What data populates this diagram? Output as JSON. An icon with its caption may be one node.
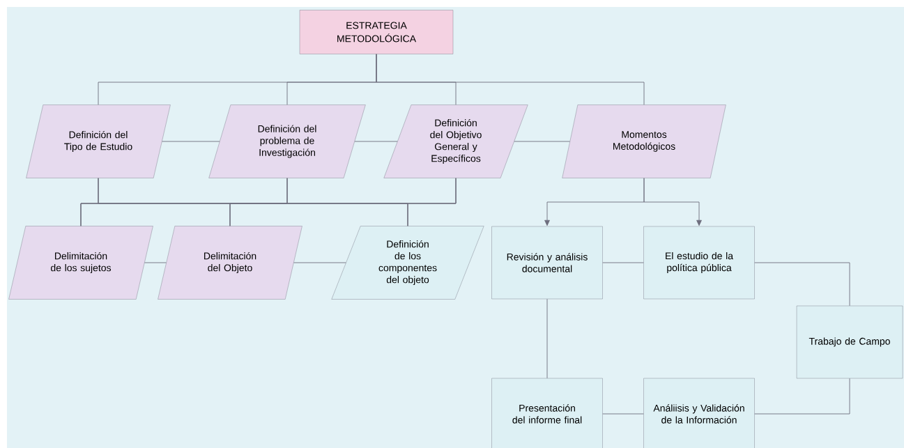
{
  "diagram": {
    "nodes": [
      {
        "text": [
          "ESTRATEGIA METODOLÓGICA"
        ]
      },
      {
        "text": [
          "Definición del Tipo de Estudio"
        ]
      },
      {
        "text": [
          "Definición del problema de Investigación"
        ]
      },
      {
        "text": [
          "Definición del Objetivo General y Específicos"
        ]
      },
      {
        "text": [
          "Momentos Metodológicos"
        ]
      },
      {
        "text": [
          "Delimitación de los sujetos"
        ]
      },
      {
        "text": [
          "Delimitación del Objeto"
        ]
      },
      {
        "text": [
          "Definición de los componentes del objeto"
        ]
      },
      {
        "text": [
          "Revisión y análisis documental"
        ]
      },
      {
        "text": [
          "El estudio de la política pública"
        ]
      },
      {
        "text": [
          "Trabajo de Campo"
        ]
      },
      {
        "text": [
          "Presentación del informe final"
        ]
      },
      {
        "text": [
          "Análiisis y Validación de la Información"
        ]
      }
    ],
    "edges": [
      {
        "from": 0,
        "to": 1,
        "arrow": "none"
      },
      {
        "from": 0,
        "to": 2,
        "arrow": "none"
      },
      {
        "from": 0,
        "to": 3,
        "arrow": "none"
      },
      {
        "from": 0,
        "to": 4,
        "arrow": "none"
      },
      {
        "from": 1,
        "to": 2,
        "arrow": "none"
      },
      {
        "from": 2,
        "to": 3,
        "arrow": "none"
      },
      {
        "from": 3,
        "to": 4,
        "arrow": "none"
      },
      {
        "from": 1,
        "to": 5,
        "arrow": "none"
      },
      {
        "from": 1,
        "to": 6,
        "arrow": "none"
      },
      {
        "from": 1,
        "to": 7,
        "arrow": "none"
      },
      {
        "from": 2,
        "to": 5,
        "arrow": "none"
      },
      {
        "from": 2,
        "to": 6,
        "arrow": "none"
      },
      {
        "from": 2,
        "to": 7,
        "arrow": "none"
      },
      {
        "from": 3,
        "to": 5,
        "arrow": "none"
      },
      {
        "from": 3,
        "to": 6,
        "arrow": "none"
      },
      {
        "from": 3,
        "to": 7,
        "arrow": "none"
      },
      {
        "from": 5,
        "to": 6,
        "arrow": "none"
      },
      {
        "from": 6,
        "to": 7,
        "arrow": "none"
      },
      {
        "from": 4,
        "to": 8,
        "arrow": "to"
      },
      {
        "from": 4,
        "to": 9,
        "arrow": "to"
      },
      {
        "from": 8,
        "to": 9,
        "arrow": "none"
      },
      {
        "from": 9,
        "to": 10,
        "arrow": "none"
      },
      {
        "from": 10,
        "to": 12,
        "arrow": "none"
      },
      {
        "from": 8,
        "to": 11,
        "arrow": "none"
      },
      {
        "from": 11,
        "to": 12,
        "arrow": "none"
      }
    ]
  }
}
